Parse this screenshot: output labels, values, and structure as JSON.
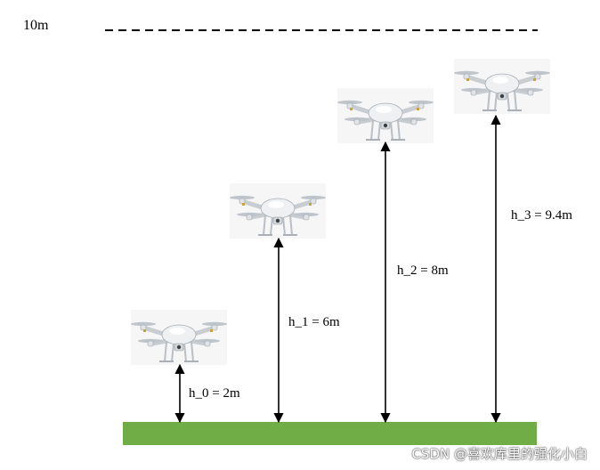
{
  "ceiling": {
    "label": "10m",
    "value": 10
  },
  "ground": {
    "color": "#70ad47"
  },
  "drones": [
    {
      "id": "h0",
      "label": "h_0 = 2m",
      "height": 2
    },
    {
      "id": "h1",
      "label": "h_1 = 6m",
      "height": 6
    },
    {
      "id": "h2",
      "label": "h_2 = 8m",
      "height": 8
    },
    {
      "id": "h3",
      "label": "h_3 = 9.4m",
      "height": 9.4
    }
  ],
  "icons": {
    "drone": "quadcopter-drone-icon"
  },
  "watermark": "CSDN @喜欢库里的强化小白"
}
